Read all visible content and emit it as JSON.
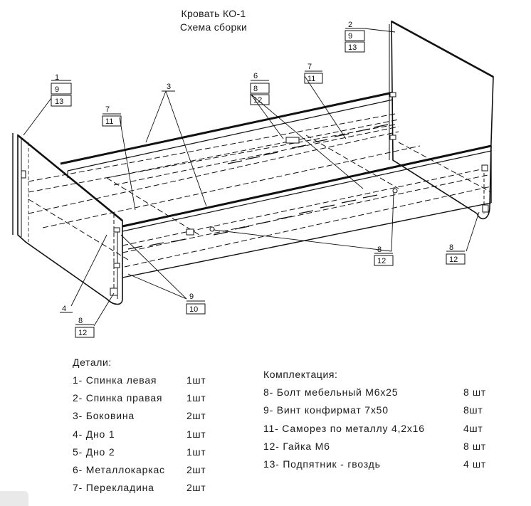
{
  "title": {
    "line1": "Кровать КО-1",
    "line2": "Схема сборки"
  },
  "parts": {
    "heading": "Детали:",
    "items": [
      {
        "label": "1- Спинка левая",
        "qty": "1шт"
      },
      {
        "label": "2- Спинка правая",
        "qty": "1шт"
      },
      {
        "label": "3- Боковина",
        "qty": "2шт"
      },
      {
        "label": "4- Дно 1",
        "qty": "1шт"
      },
      {
        "label": "5- Дно 2",
        "qty": "1шт"
      },
      {
        "label": "6- Металлокаркас",
        "qty": "2шт"
      },
      {
        "label": "7- Перекладина",
        "qty": "2шт"
      }
    ]
  },
  "hardware": {
    "heading": "Комплектация:",
    "items": [
      {
        "label": "8- Болт мебельный М6x25",
        "qty": "8 шт"
      },
      {
        "label": "9- Винт конфирмат 7x50",
        "qty": "8шт"
      },
      {
        "label": "11- Саморез по металлу 4,2x16",
        "qty": "4шт"
      },
      {
        "label": "12- Гайка М6",
        "qty": "8 шт"
      },
      {
        "label": "13- Подпятник - гвоздь",
        "qty": "4 шт"
      }
    ]
  },
  "callouts": {
    "c1": [
      "1",
      "9",
      "13"
    ],
    "c2": [
      "2",
      "9",
      "13"
    ],
    "c3": [
      "3"
    ],
    "c4": [
      "4"
    ],
    "c6": [
      "6",
      "8",
      "12"
    ],
    "c7a": [
      "7",
      "11"
    ],
    "c7b": [
      "7",
      "11"
    ],
    "c8a": [
      "8",
      "12"
    ],
    "c8b": [
      "8",
      "12"
    ],
    "c8c": [
      "8",
      "12"
    ],
    "c9": [
      "9",
      "10"
    ]
  }
}
